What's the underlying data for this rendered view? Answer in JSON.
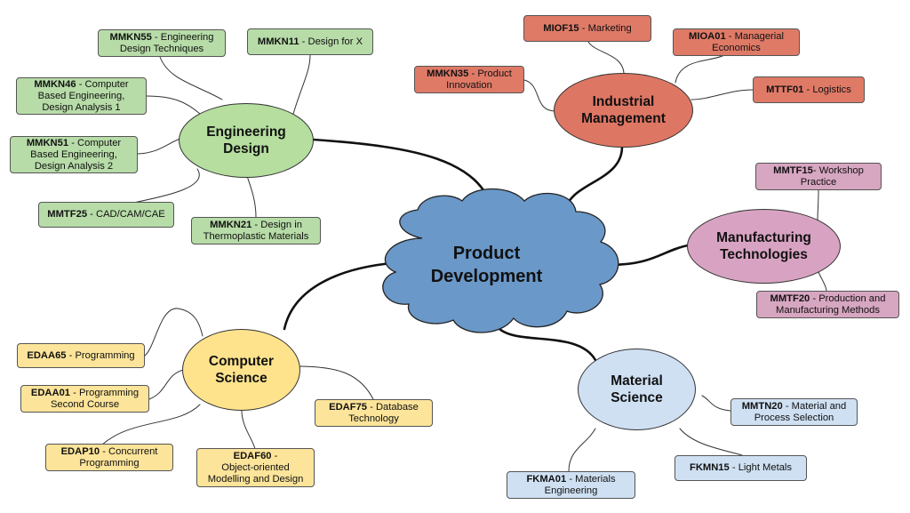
{
  "center": {
    "line1": "Product",
    "line2": "Development"
  },
  "colors": {
    "engineering": "#b7dca8",
    "industrial": "#df7a67",
    "manufacturing": "#d7a6c1",
    "computer": "#fce49a",
    "material": "#cfe0f3",
    "center": "#6a98c8"
  },
  "hubs": {
    "engineering": {
      "line1": "Engineering",
      "line2": "Design"
    },
    "industrial": {
      "line1": "Industrial",
      "line2": "Management"
    },
    "manufacturing": {
      "line1": "Manufacturing",
      "line2": "Technologies"
    },
    "computer": {
      "line1": "Computer",
      "line2": "Science"
    },
    "material": {
      "line1": "Material",
      "line2": "Science"
    }
  },
  "courses": {
    "mmkn55": {
      "code": "MMKN55",
      "l1": " - Engineering",
      "l2": "Design Techniques"
    },
    "mmkn11": {
      "code": "MMKN11",
      "l1": " - Design for X",
      "l2": ""
    },
    "mmkn46": {
      "code": "MMKN46",
      "l1": " - Computer",
      "l2": "Based Engineering,",
      "l3": "Design Analysis 1"
    },
    "mmkn51": {
      "code": "MMKN51",
      "l1": " - Computer",
      "l2": "Based Engineering,",
      "l3": "Design Analysis 2"
    },
    "mmtf25": {
      "code": "MMTF25",
      "l1": " - CAD/CAM/CAE"
    },
    "mmkn21": {
      "code": "MMKN21",
      "l1": " - Design in",
      "l2": "Thermoplastic Materials"
    },
    "miof15": {
      "code": "MIOF15",
      "l1": " - Marketing"
    },
    "mioa01": {
      "code": "MIOA01",
      "l1": " - Managerial",
      "l2": "Economics"
    },
    "mmkn35": {
      "code": "MMKN35",
      "l1": " - Product",
      "l2": "Innovation"
    },
    "mttf01": {
      "code": "MTTF01",
      "l1": " - Logistics"
    },
    "mmtf15": {
      "code": "MMTF15",
      "l1": "- Workshop",
      "l2": "Practice"
    },
    "mmtf20": {
      "code": "MMTF20",
      "l1": " - Production and",
      "l2": "Manufacturing Methods"
    },
    "edaa65": {
      "code": "EDAA65",
      "l1": " - Programming"
    },
    "edaa01": {
      "code": "EDAA01",
      "l1": " - Programming",
      "l2": "Second Course"
    },
    "edaf75": {
      "code": "EDAF75",
      "l1": " - Database",
      "l2": "Technology"
    },
    "edap10": {
      "code": "EDAP10",
      "l1": " - Concurrent",
      "l2": "Programming"
    },
    "edaf60": {
      "code": "EDAF60",
      "l1": " -",
      "l2": "Object-oriented",
      "l3": "Modelling and Design"
    },
    "mmtn20": {
      "code": "MMTN20",
      "l1": " - Material and",
      "l2": "Process Selection"
    },
    "fkmn15": {
      "code": "FKMN15",
      "l1": " - Light Metals"
    },
    "fkma01": {
      "code": "FKMA01",
      "l1": " - Materials",
      "l2": "Engineering"
    }
  }
}
